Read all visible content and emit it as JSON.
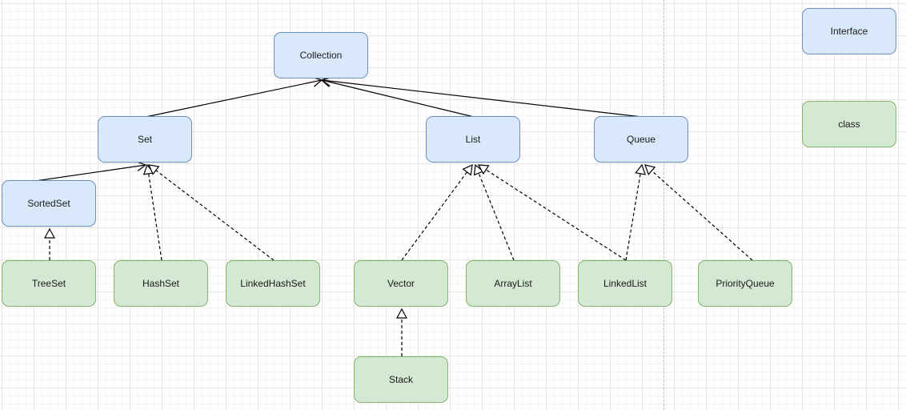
{
  "legend": {
    "interface_label": "Interface",
    "class_label": "class"
  },
  "nodes": {
    "collection": "Collection",
    "set": "Set",
    "list": "List",
    "queue": "Queue",
    "sortedset": "SortedSet",
    "treeset": "TreeSet",
    "hashset": "HashSet",
    "linkedhashset": "LinkedHashSet",
    "vector": "Vector",
    "arraylist": "ArrayList",
    "linkedlist": "LinkedList",
    "priorityqueue": "PriorityQueue",
    "stack": "Stack"
  },
  "edges": [
    {
      "from": "set",
      "to": "collection",
      "kind": "extends"
    },
    {
      "from": "list",
      "to": "collection",
      "kind": "extends"
    },
    {
      "from": "queue",
      "to": "collection",
      "kind": "extends"
    },
    {
      "from": "sortedset",
      "to": "set",
      "kind": "extends"
    },
    {
      "from": "treeset",
      "to": "sortedset",
      "kind": "implements"
    },
    {
      "from": "hashset",
      "to": "set",
      "kind": "implements"
    },
    {
      "from": "linkedhashset",
      "to": "set",
      "kind": "implements"
    },
    {
      "from": "vector",
      "to": "list",
      "kind": "implements"
    },
    {
      "from": "arraylist",
      "to": "list",
      "kind": "implements"
    },
    {
      "from": "linkedlist",
      "to": "list",
      "kind": "implements"
    },
    {
      "from": "linkedlist",
      "to": "queue",
      "kind": "implements"
    },
    {
      "from": "priorityqueue",
      "to": "queue",
      "kind": "implements"
    },
    {
      "from": "stack",
      "to": "vector",
      "kind": "extends-class"
    }
  ],
  "colors": {
    "interface_fill": "#dae8fc",
    "interface_stroke": "#6c8ebf",
    "class_fill": "#d5e8d4",
    "class_stroke": "#82b366",
    "edge": "#000000"
  }
}
